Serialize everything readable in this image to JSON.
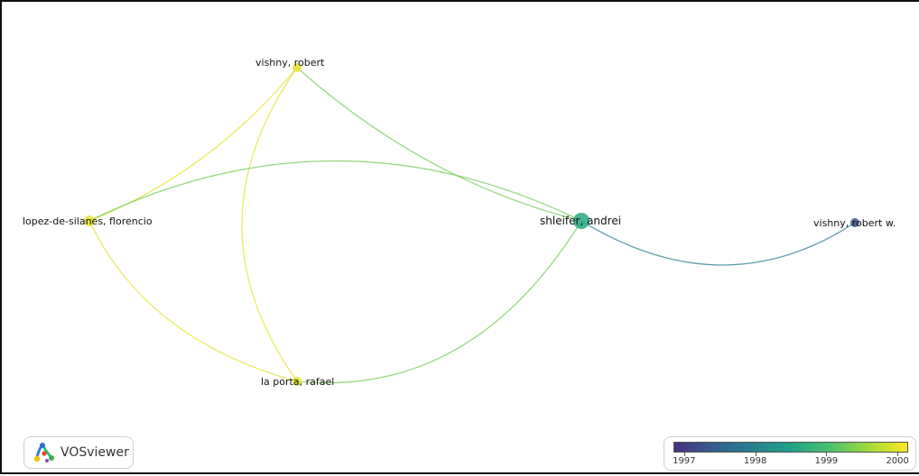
{
  "nodes": [
    {
      "id": "vishny_robert",
      "label": "vishny, robert",
      "year": 2000
    },
    {
      "id": "lopez",
      "label": "lopez-de-silanes, florencio",
      "year": 2000
    },
    {
      "id": "shleifer",
      "label": "shleifer, andrei",
      "year": 1998.6
    },
    {
      "id": "vishny_robert_w",
      "label": "vishny, robert w.",
      "year": 1997.3
    },
    {
      "id": "laporta",
      "label": "la porta, rafael",
      "year": 2000
    }
  ],
  "links": [
    {
      "source": "vishny_robert",
      "target": "lopez"
    },
    {
      "source": "vishny_robert",
      "target": "laporta"
    },
    {
      "source": "vishny_robert",
      "target": "shleifer"
    },
    {
      "source": "lopez",
      "target": "shleifer"
    },
    {
      "source": "lopez",
      "target": "laporta"
    },
    {
      "source": "laporta",
      "target": "shleifer"
    },
    {
      "source": "shleifer",
      "target": "vishny_robert_w"
    }
  ],
  "logo": {
    "text": "VOSviewer",
    "icon": "vosviewer-logo-icon"
  },
  "legend": {
    "ticks": [
      "1997",
      "1998",
      "1999",
      "2000"
    ],
    "range": [
      1996.85,
      2000.15
    ],
    "colors": [
      "#46337e",
      "#365c8d",
      "#277f8e",
      "#1fa187",
      "#4ac16d",
      "#a0da39",
      "#fde725"
    ]
  }
}
